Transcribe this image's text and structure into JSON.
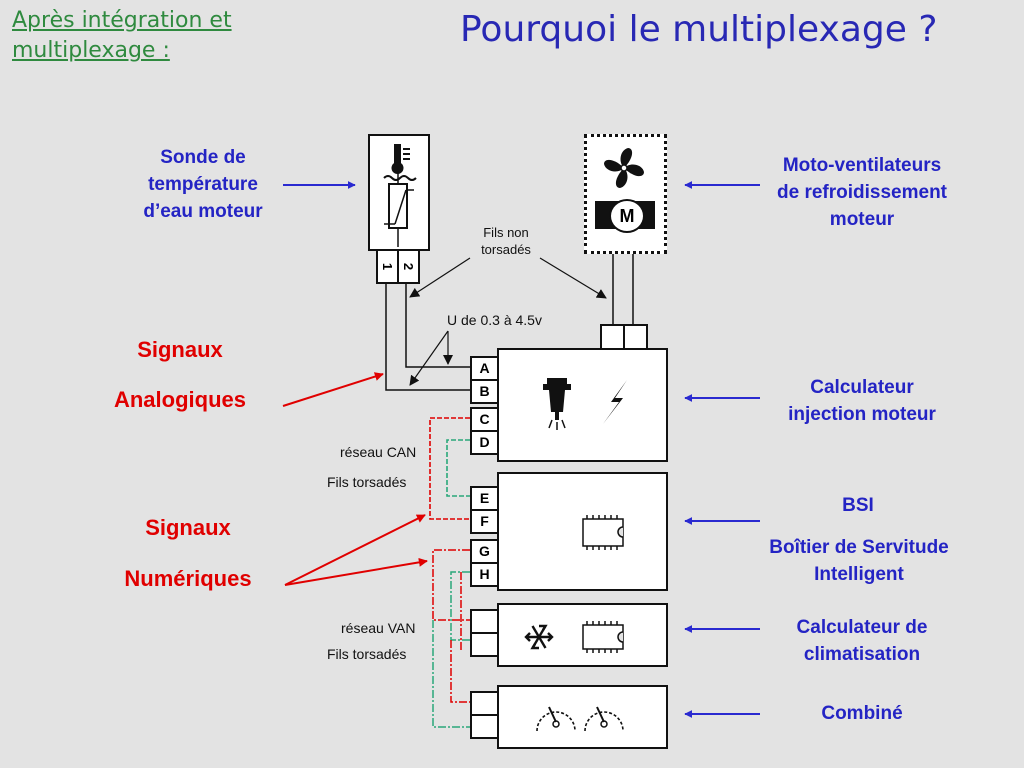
{
  "header": {
    "subtitle": "Après intégration et\nmultiplexage :",
    "title": "Pourquoi le multiplexage ?"
  },
  "left_labels": {
    "sonde": "Sonde de\ntempérature\nd’eau moteur",
    "signaux_analogiques_1": "Signaux",
    "signaux_analogiques_2": "Analogiques",
    "signaux_numeriques_1": "Signaux",
    "signaux_numeriques_2": "Numériques"
  },
  "right_labels": {
    "moto": "Moto-ventilateurs\nde refroidissement\nmoteur",
    "calculateur_injection": "Calculateur\ninjection moteur",
    "bsi": "BSI",
    "boitier": "Boîtier de Servitude\nIntelligent",
    "climatisation": "Calculateur de\nclimatisation",
    "combine": "Combiné"
  },
  "wire_labels": {
    "fils_non_torsades": "Fils non\ntorsadés",
    "tension": "U de 0.3 à 4.5v",
    "reseau_can": "réseau CAN",
    "fils_torsades_can": "Fils torsadés",
    "reseau_van": "réseau VAN",
    "fils_torsades_van": "Fils torsadés"
  },
  "pins": {
    "A": "A",
    "B": "B",
    "C": "C",
    "D": "D",
    "E": "E",
    "F": "F",
    "G": "G",
    "H": "H",
    "sensor_1": "1",
    "sensor_2": "2",
    "motor": "M"
  },
  "colors": {
    "arrow_blue": "#2a2ad0",
    "signal_red": "#e00000",
    "can_green": "#2aa87a",
    "background": "#e3e3e3"
  },
  "icons": [
    "thermometer-icon",
    "thermistor-icon",
    "fan-icon",
    "motor-icon",
    "injector-icon",
    "lightning-icon",
    "chip-icon",
    "snowflake-icon",
    "gauge-icon"
  ]
}
